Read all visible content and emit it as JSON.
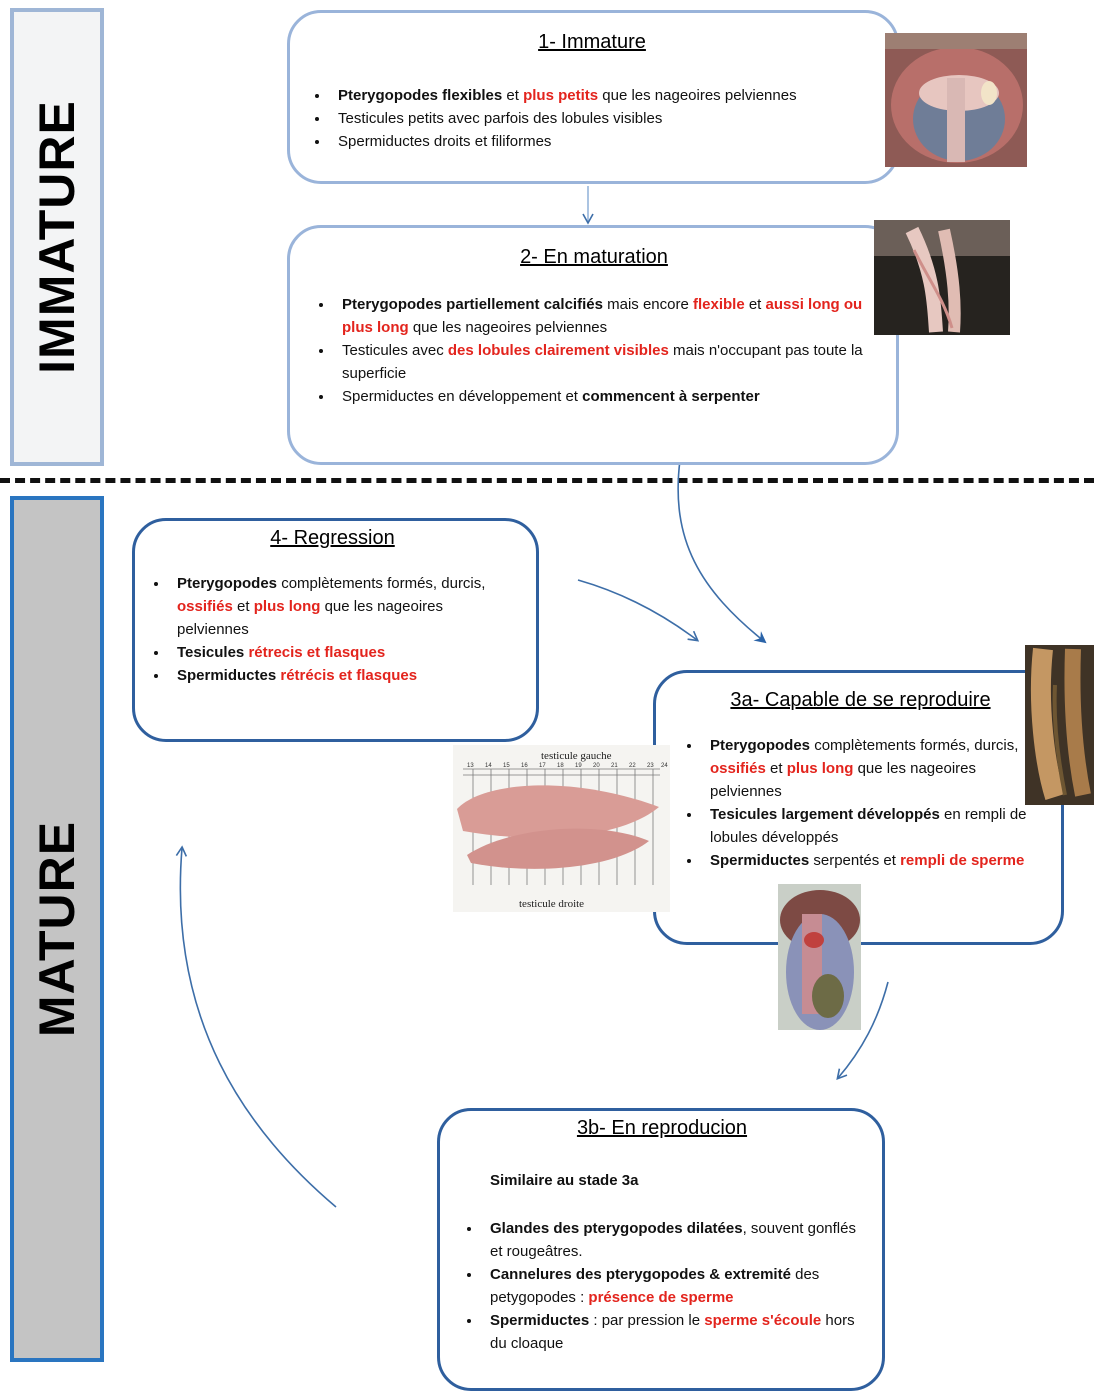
{
  "sidebars": {
    "immature": "IMMATURE",
    "mature": "MATURE"
  },
  "stages": {
    "s1": {
      "title": "1- Immature",
      "items": [
        [
          "Pterygopodes flexibles",
          " et ",
          "plus petits",
          " que les nageoires pelviennes"
        ],
        [
          "Testicules petits avec parfois des lobules visibles"
        ],
        [
          "Spermiductes droits et filiformes"
        ]
      ]
    },
    "s2": {
      "title": "2- En maturation",
      "items": [
        [
          "Pterygopodes partiellement calcifiés",
          " mais encore ",
          "flexible",
          " et ",
          "aussi long ou plus long",
          " que les nageoires pelviennes"
        ],
        [
          "Testicules avec ",
          "des lobules clairement visibles",
          " mais n'occupant pas toute la superficie"
        ],
        [
          "Spermiductes en développement et ",
          "commencent à serpenter"
        ]
      ]
    },
    "s4": {
      "title": "4- Regression",
      "items": [
        [
          "Pterygopodes",
          " complètements formés, durcis, ",
          "ossifiés",
          " et ",
          "plus long",
          " que les nageoires pelviennes"
        ],
        [
          "Tesicules",
          " ",
          "rétrecis et flasques"
        ],
        [
          "Spermiductes",
          " ",
          "rétrécis et flasques"
        ]
      ]
    },
    "s3a": {
      "title": "3a- Capable de se reproduire",
      "items": [
        [
          "Pterygopodes",
          " complètements formés, durcis, ",
          "ossifiés",
          " et ",
          "plus long",
          " que les nageoires pelviennes"
        ],
        [
          "Tesicules largement  développés",
          " en rempli de lobules développés"
        ],
        [
          "Spermiductes",
          " serpentés et ",
          "rempli de sperme"
        ]
      ]
    },
    "s3b": {
      "title": "3b- En reproducion",
      "intro": "Similaire au stade 3a",
      "items": [
        [
          "Glandes des pterygopodes dilatées",
          ", souvent gonflés et rougeâtres."
        ],
        [
          "Cannelures des pterygopodes & extremité",
          " des petygopodes : ",
          "présence de sperme"
        ],
        [
          "Spermiductes",
          " : par pression le ",
          "sperme s'écoule",
          " hors du cloaque"
        ]
      ]
    }
  },
  "photo_labels": {
    "testis_left": "testicule gauche",
    "testis_right": "testicule droite",
    "ruler_ticks": [
      "13",
      "14",
      "15",
      "16",
      "17",
      "18",
      "19",
      "20",
      "21",
      "22",
      "23",
      "24"
    ]
  },
  "colors": {
    "highlight": "#e3241d",
    "immature_border": "#9ab4da",
    "mature_border": "#2f5f9e",
    "arrow": "#3d6ea8"
  }
}
